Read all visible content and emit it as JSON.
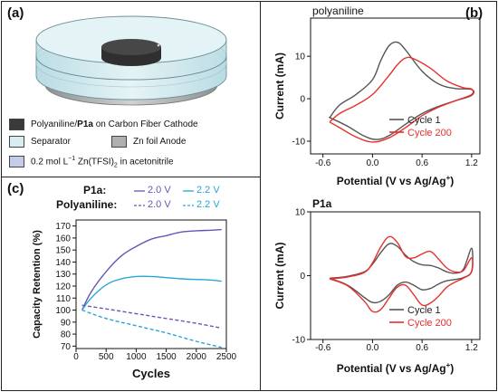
{
  "panels": {
    "a": {
      "label": "(a)",
      "legend": [
        {
          "text_prefix": "Polyaniline/",
          "text_bold": "P1a",
          "text_suffix": " on Carbon Fiber Cathode",
          "color": "#3a3a3a"
        },
        {
          "text_prefix": "Separator",
          "text_bold": "",
          "text_suffix": "",
          "color": "#d7edf0"
        },
        {
          "text_prefix": "Zn foil Anode",
          "text_bold": "",
          "text_suffix": "",
          "color": "#aeb0b0"
        },
        {
          "text_prefix": "0.2 mol L",
          "text_sup": "−1",
          "text_suffix2": " Zn(TFSI)",
          "text_sub": "2",
          "text_suffix3": " in acetonitrile",
          "color": "#c5cbe8"
        }
      ]
    },
    "b": {
      "label": "(b)"
    },
    "c": {
      "label": "(c)",
      "legend": {
        "row1_label": "P1a:",
        "row2_label": "Polyaniline:",
        "entries": [
          "2.0 V",
          "2.2 V",
          "2.0 V",
          "2.2 V"
        ]
      }
    }
  },
  "colors": {
    "cycle1": "#555555",
    "cycle200": "#e8302c",
    "p1a_20": "#6258b8",
    "p1a_22": "#27a6d8",
    "pani_20": "#6258b8",
    "pani_22": "#27a6d8"
  },
  "chart_data": [
    {
      "type": "line",
      "title": "polyaniline",
      "xlabel": "Potential (V vs Ag/Ag+)",
      "ylabel": "Current (mA)",
      "xlim": [
        -0.75,
        1.3
      ],
      "ylim": [
        -13,
        19
      ],
      "xticks": [
        "-0.6",
        "0.0",
        "0.6",
        "1.2"
      ],
      "yticks": [
        "-10",
        "0",
        "10"
      ],
      "legend_position": "bottom-right",
      "series": [
        {
          "name": "Cycle 1",
          "x": [
            -0.52,
            -0.4,
            -0.2,
            0.0,
            0.1,
            0.2,
            0.3,
            0.4,
            0.6,
            0.8,
            1.0,
            1.2,
            1.2,
            1.0,
            0.8,
            0.6,
            0.4,
            0.2,
            0.05,
            -0.1,
            -0.3,
            -0.5,
            -0.52
          ],
          "y": [
            -4.5,
            -1.5,
            1.0,
            4.5,
            9.0,
            12.5,
            13.3,
            11.5,
            6.5,
            3.5,
            2.4,
            2.2,
            0.8,
            -0.5,
            -1.8,
            -3.5,
            -6.0,
            -8.7,
            -9.6,
            -8.8,
            -6.5,
            -4.6,
            -4.5
          ]
        },
        {
          "name": "Cycle 200",
          "x": [
            -0.52,
            -0.4,
            -0.2,
            0.0,
            0.2,
            0.3,
            0.4,
            0.5,
            0.7,
            0.9,
            1.1,
            1.2,
            1.2,
            1.0,
            0.8,
            0.6,
            0.4,
            0.2,
            0.0,
            -0.2,
            -0.4,
            -0.52
          ],
          "y": [
            -5.5,
            -3.5,
            -1.5,
            1.0,
            5.5,
            8.0,
            9.6,
            9.4,
            7.2,
            4.2,
            2.6,
            2.3,
            1.0,
            -0.5,
            -2.0,
            -4.0,
            -6.8,
            -9.2,
            -10.2,
            -9.0,
            -6.8,
            -5.5
          ]
        }
      ]
    },
    {
      "type": "line",
      "title": "P1a",
      "xlabel": "Potential (V vs Ag/Ag+)",
      "ylabel": "Current (mA)",
      "xlim": [
        -0.75,
        1.3
      ],
      "ylim": [
        -10,
        10
      ],
      "xticks": [
        "-0.6",
        "0.0",
        "0.6",
        "1.2"
      ],
      "yticks": [
        "-10",
        "0",
        "10"
      ],
      "legend_position": "bottom-right",
      "series": [
        {
          "name": "Cycle 1",
          "x": [
            -0.52,
            -0.3,
            -0.1,
            0.0,
            0.1,
            0.2,
            0.3,
            0.4,
            0.5,
            0.6,
            0.7,
            0.8,
            0.9,
            1.0,
            1.1,
            1.2,
            1.2,
            1.1,
            1.0,
            0.9,
            0.8,
            0.7,
            0.6,
            0.5,
            0.4,
            0.3,
            0.2,
            0.1,
            0.0,
            -0.1,
            -0.3,
            -0.52
          ],
          "y": [
            -0.4,
            -0.1,
            0.6,
            1.8,
            3.6,
            5.0,
            4.6,
            3.2,
            2.2,
            1.7,
            1.6,
            1.2,
            0.6,
            0.4,
            1.0,
            4.3,
            0.7,
            -0.3,
            -0.6,
            -0.8,
            -1.3,
            -2.0,
            -2.2,
            -1.5,
            -1.0,
            -1.5,
            -3.0,
            -4.0,
            -4.2,
            -3.4,
            -1.5,
            -0.4
          ]
        },
        {
          "name": "Cycle 200",
          "x": [
            -0.52,
            -0.3,
            -0.1,
            0.0,
            0.1,
            0.2,
            0.3,
            0.4,
            0.5,
            0.6,
            0.7,
            0.8,
            0.9,
            1.0,
            1.1,
            1.2,
            1.2,
            1.1,
            1.0,
            0.9,
            0.8,
            0.7,
            0.6,
            0.5,
            0.4,
            0.3,
            0.2,
            0.1,
            0.0,
            -0.1,
            -0.3,
            -0.52
          ],
          "y": [
            -0.5,
            -0.2,
            0.5,
            2.0,
            4.5,
            6.1,
            5.2,
            3.0,
            2.8,
            3.4,
            3.8,
            2.6,
            1.2,
            0.6,
            0.8,
            2.8,
            0.6,
            -0.4,
            -1.0,
            -1.8,
            -3.2,
            -4.3,
            -4.6,
            -3.0,
            -1.5,
            -1.8,
            -3.5,
            -5.3,
            -5.6,
            -4.0,
            -1.6,
            -0.5
          ]
        }
      ]
    },
    {
      "type": "line",
      "title": "",
      "xlabel": "Cycles",
      "ylabel": "Capacity Retention (%)",
      "xlim": [
        0,
        2500
      ],
      "ylim": [
        68,
        175
      ],
      "xticks": [
        "0",
        "500",
        "1000",
        "1500",
        "2000",
        "2500"
      ],
      "yticks": [
        "70",
        "80",
        "90",
        "100",
        "110",
        "120",
        "130",
        "140",
        "150",
        "160",
        "170"
      ],
      "legend_position": "top",
      "series": [
        {
          "name": "P1a 2.0 V",
          "style": "solid",
          "x": [
            100,
            250,
            500,
            750,
            1000,
            1250,
            1500,
            1750,
            2000,
            2250,
            2420
          ],
          "y": [
            100,
            115,
            132,
            145,
            153,
            159,
            162,
            165,
            166,
            166.5,
            167
          ]
        },
        {
          "name": "P1a 2.2 V",
          "style": "solid",
          "x": [
            100,
            250,
            500,
            750,
            1000,
            1250,
            1500,
            1750,
            2000,
            2250,
            2420
          ],
          "y": [
            100,
            110,
            121,
            126,
            128,
            128,
            127,
            126,
            125.5,
            125,
            124
          ]
        },
        {
          "name": "Polyaniline 2.0 V",
          "style": "dashed",
          "x": [
            100,
            500,
            1000,
            1500,
            2000,
            2420
          ],
          "y": [
            104,
            101,
            97,
            93,
            89,
            85
          ]
        },
        {
          "name": "Polyaniline 2.2 V",
          "style": "dashed",
          "x": [
            100,
            500,
            1000,
            1500,
            2000,
            2420
          ],
          "y": [
            100,
            93,
            87,
            81,
            74,
            69
          ]
        }
      ]
    }
  ]
}
